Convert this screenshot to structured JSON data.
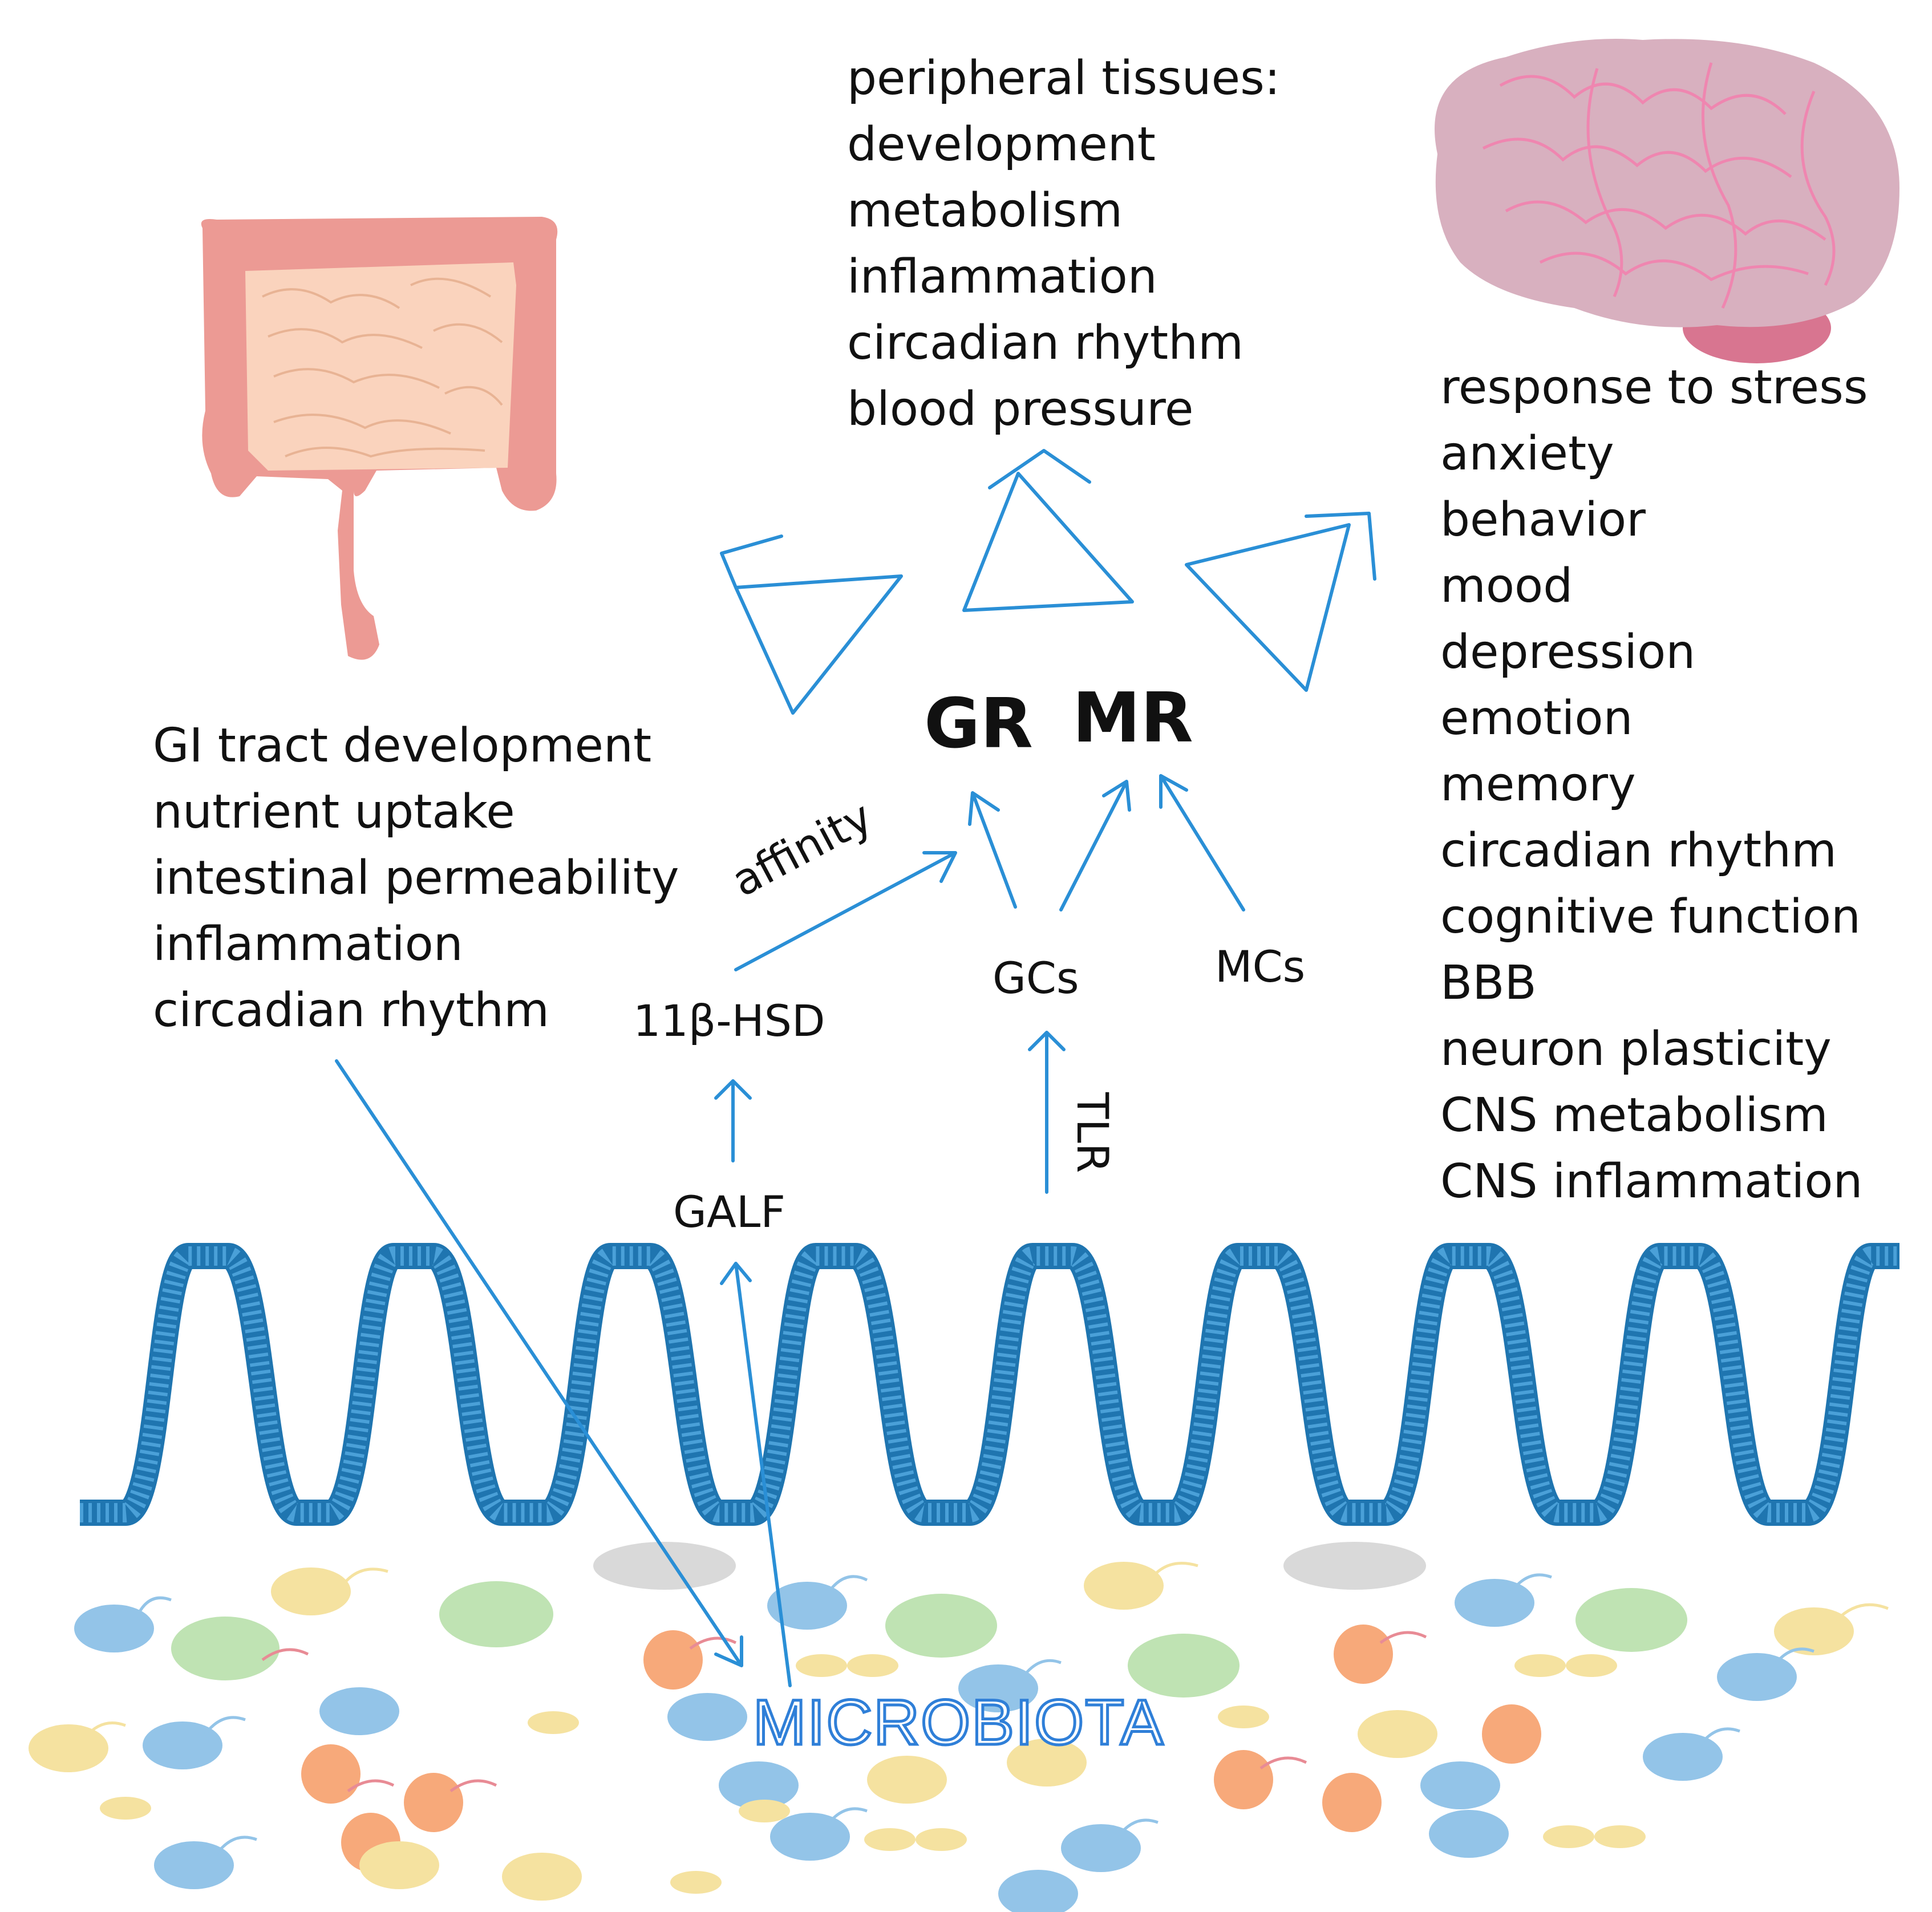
{
  "colors": {
    "arrow": "#2a8fd6",
    "villi": "#1f75b0",
    "intestine": "#ec9a94",
    "intestine_inner": "#fad3bd",
    "brain": "#d8b0bf",
    "brainstem": "#d87590",
    "bacteria_blue": "#93c4e8",
    "bacteria_green": "#bfe3b3",
    "bacteria_yellow": "#f5e2a0",
    "bacteria_orange": "#f7a97a",
    "bacteria_gray": "#d9d9d9"
  },
  "icons": [
    "intestine-illustration",
    "brain-illustration",
    "intestinal-villi",
    "bacteria-cluster"
  ],
  "labels": {
    "gr": "GR",
    "mr": "MR",
    "affinity": "affinity",
    "hsd": "11β-HSD",
    "gcs": "GCs",
    "mcs": "MCs",
    "tlr": "TLR",
    "galf": "GALF",
    "microbiota": "MICROBIOTA"
  },
  "peripheral": {
    "items": [
      "peripheral tissues:",
      "development",
      "metabolism",
      "inflammation",
      "circadian rhythm",
      "blood pressure"
    ]
  },
  "gut": {
    "items": [
      "GI tract development",
      "nutrient uptake",
      "intestinal permeability",
      "inflammation",
      "circadian rhythm"
    ]
  },
  "brain": {
    "items": [
      "response to stress",
      "anxiety",
      "behavior",
      "mood",
      "depression",
      "emotion",
      "memory",
      "circadian rhythm",
      "cognitive function",
      "BBB",
      "neuron plasticity",
      "CNS metabolism",
      "CNS inflammation"
    ]
  }
}
